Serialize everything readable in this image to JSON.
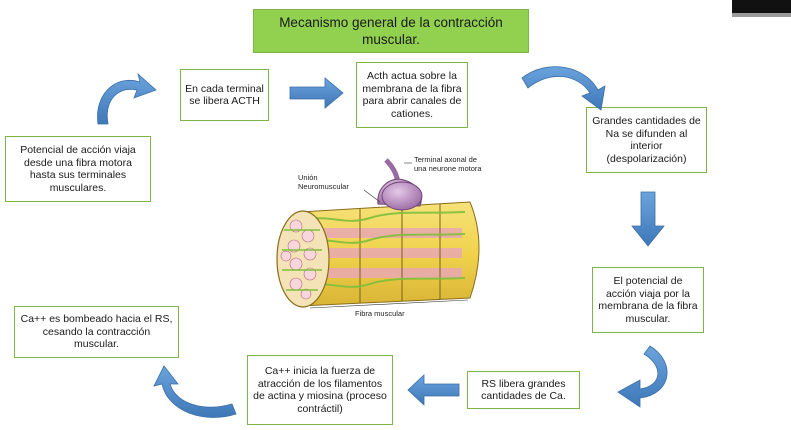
{
  "title": "Mecanismo general de la contracción muscular.",
  "steps": [
    "En cada terminal se libera ACTH",
    "Acth actua sobre la membrana de la fibra para abrir canales de cationes.",
    "Grandes cantidades de Na se difunden al interior (despolarización)",
    "El potencial de acción viaja por la membrana de la fibra muscular.",
    "RS libera grandes cantidades de Ca.",
    "Ca++ inicia la fuerza de atracción de los filamentos de actina y miosina (proceso contráctil)",
    "Ca++ es bombeado hacia el RS, cesando la contracción muscular.",
    "Potencial de acción viaja desde una fibra motora hasta sus terminales musculares."
  ],
  "figure": {
    "label_terminal": "Terminal axonal de una neurone motora",
    "label_terminal_l1": "Terminal axonal de",
    "label_terminal_l2": "una neurone motora",
    "label_union_l1": "Unión",
    "label_union_l2": "Neuromuscular",
    "label_fibra": "Fibra muscular"
  },
  "colors": {
    "title_bg": "#92d050",
    "box_border": "#7fb446",
    "arrow_blue": "#4a86c8"
  }
}
